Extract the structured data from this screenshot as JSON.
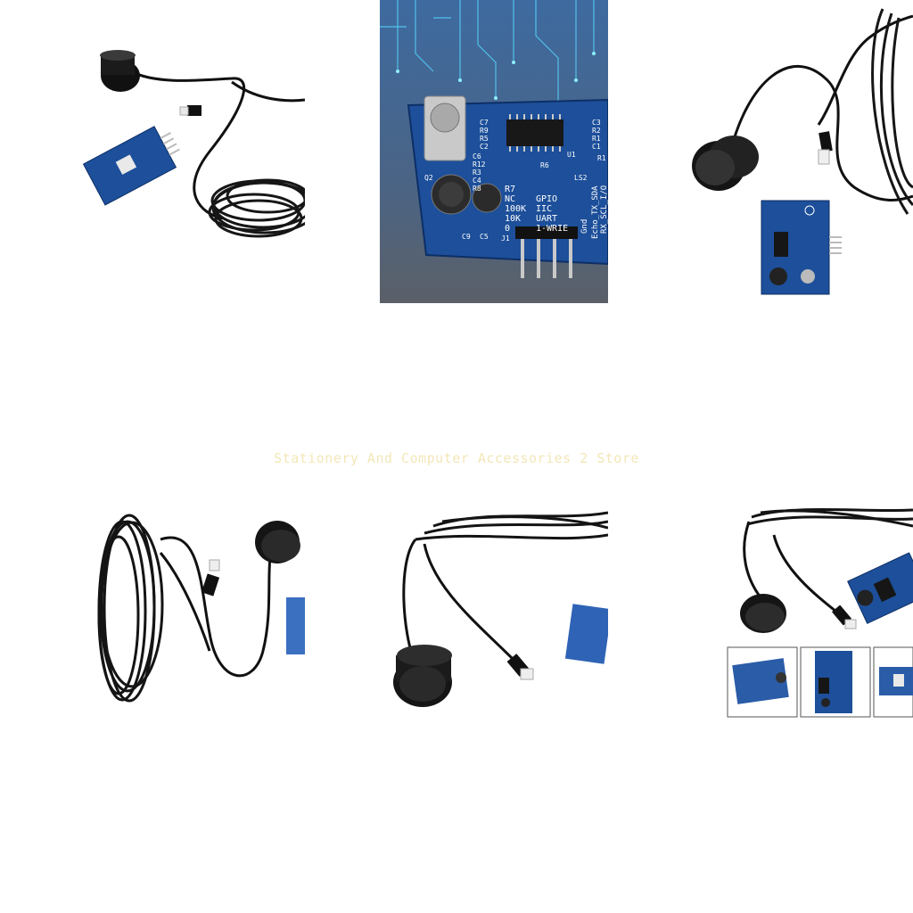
{
  "watermark": "Stationery And Computer Accessories 2 Store",
  "tiles": [
    {
      "subject": "sensor-probe-with-cable-and-board"
    },
    {
      "subject": "circuit-board-closeup"
    },
    {
      "subject": "sensor-probe-with-cable-and-board"
    },
    {
      "subject": "coiled-cable-with-probe"
    },
    {
      "subject": "probe-with-cable-and-board"
    },
    {
      "subject": "probe-board-and-thumbnails"
    }
  ],
  "board_labels": {
    "caps_left": [
      "C7",
      "R9",
      "R5",
      "C2"
    ],
    "caps_left2": [
      "C6",
      "R12",
      "R3",
      "C4",
      "R8"
    ],
    "caps_right": [
      "C3",
      "R2",
      "R1",
      "C1"
    ],
    "u1": "U1",
    "r6": "R6",
    "ls2": "LS2",
    "r1b": "R1",
    "q2": "Q2",
    "r7_col": [
      "R7",
      "NC",
      "100K",
      "10K",
      "0"
    ],
    "mode_col": [
      "GPIO",
      "IIC",
      "UART",
      "1-WRIE"
    ],
    "pins_a": "Echo_TX_SDA",
    "pins_b": "RX_SCL_I/O",
    "gnd": "Gnd",
    "c9": "C9",
    "c5": "C5",
    "j1": "J1"
  }
}
